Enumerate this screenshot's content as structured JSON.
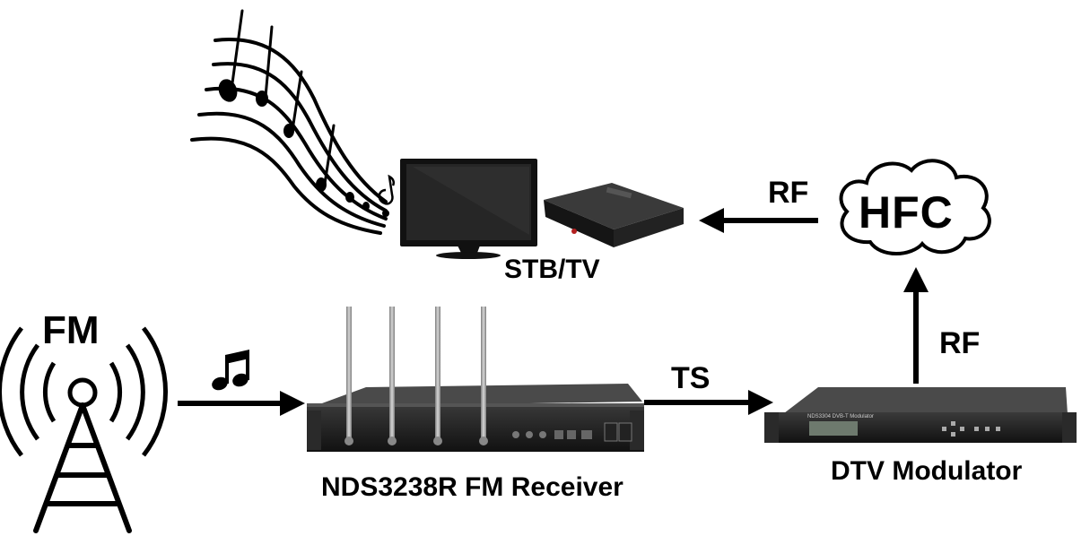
{
  "labels": {
    "fm": "FM",
    "stb_tv": "STB/TV",
    "receiver": "NDS3238R FM Receiver",
    "modulator": "DTV Modulator",
    "ts": "TS",
    "rf_top": "RF",
    "rf_right": "RF",
    "hfc": "HFC"
  },
  "device_text": {
    "modulator_model": "NDS3304 DVB-T Modulator"
  },
  "icons": [
    "fm-tower-icon",
    "music-note-icon",
    "music-staff-icon",
    "tv-monitor-icon",
    "set-top-box-icon",
    "hfc-cloud-icon"
  ],
  "colors": {
    "ink": "#000000",
    "device": "#1c1c1c",
    "antenna": "#9a9a9a"
  }
}
